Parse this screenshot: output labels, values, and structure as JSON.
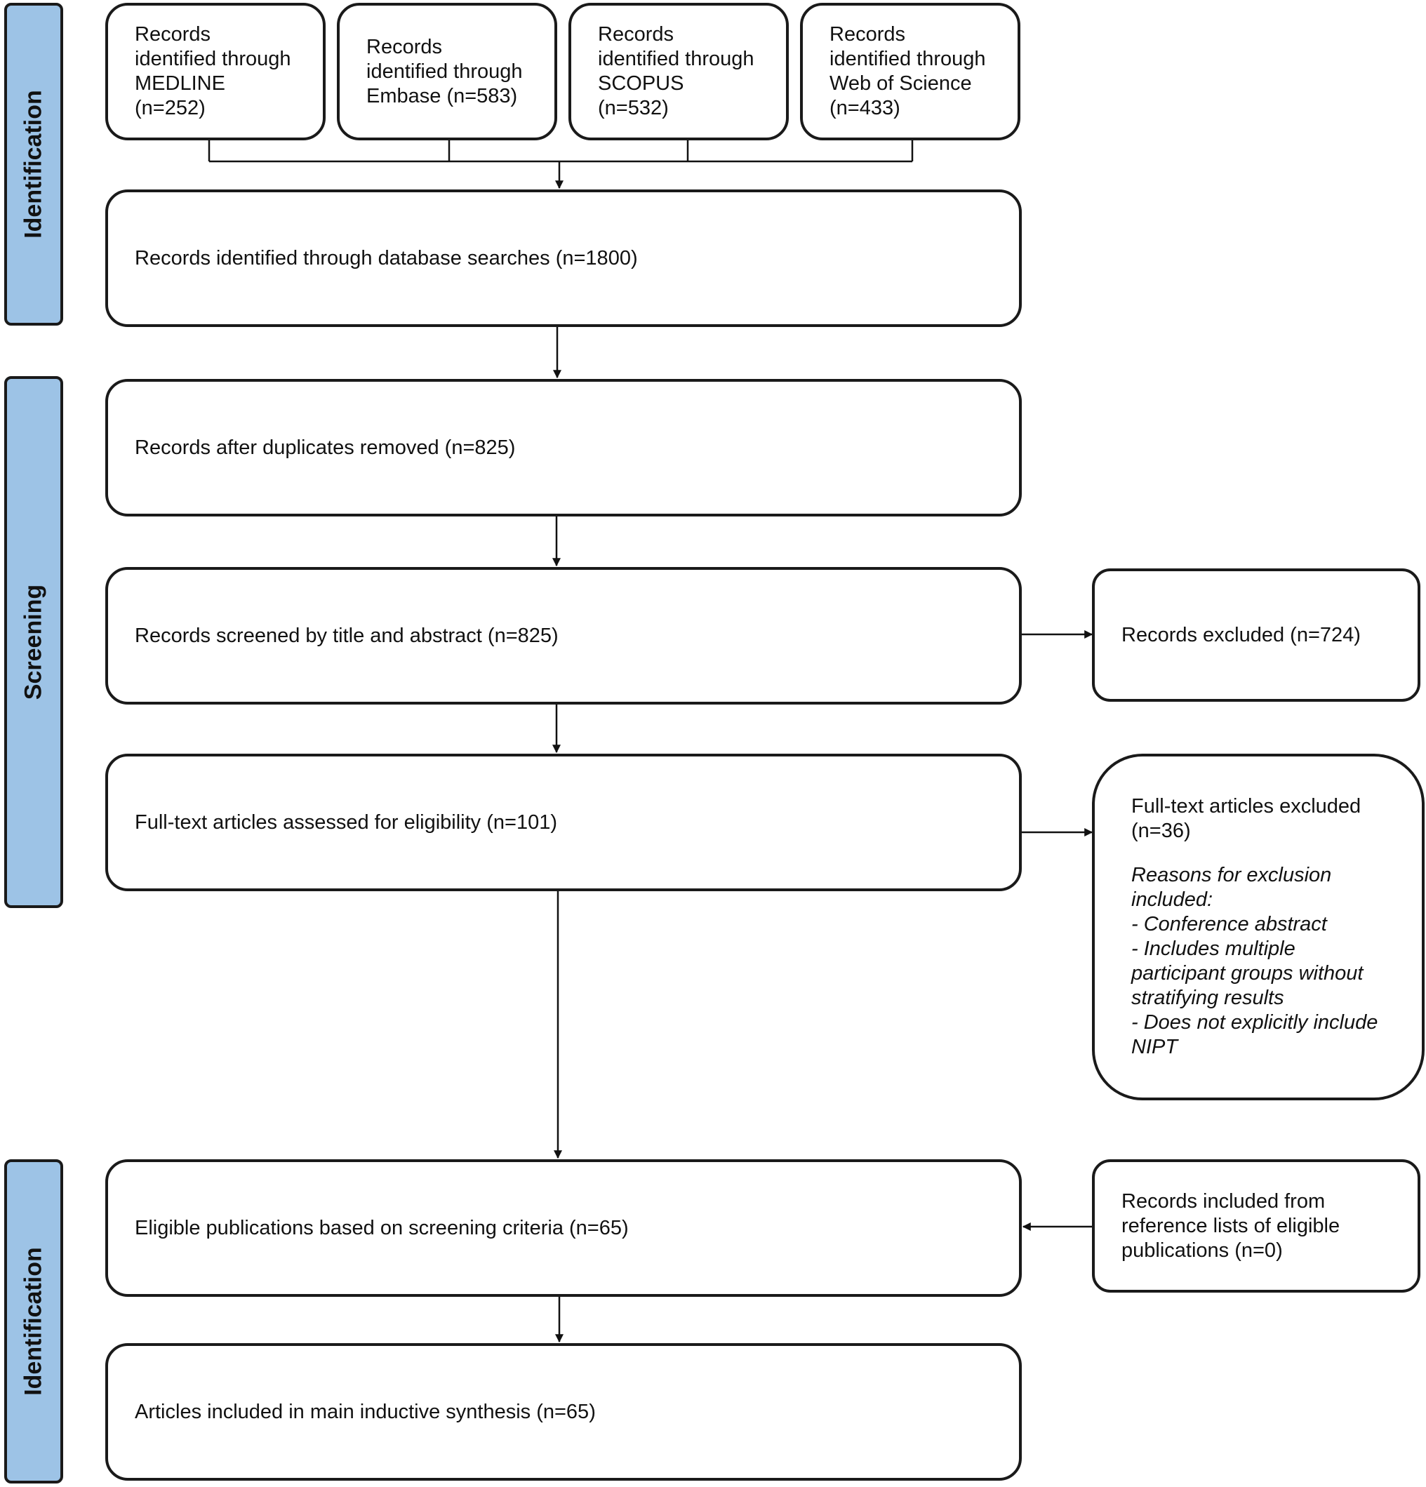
{
  "phases": {
    "identification_top": "Identification",
    "screening": "Screening",
    "identification_bottom": "Identification"
  },
  "sources": [
    {
      "lines": [
        "Records",
        "identified through",
        "MEDLINE",
        "(n=252)"
      ]
    },
    {
      "lines": [
        "Records",
        "identified through",
        "Embase (n=583)"
      ]
    },
    {
      "lines": [
        "Records",
        "identified through",
        "SCOPUS",
        "(n=532)"
      ]
    },
    {
      "lines": [
        "Records",
        "identified through",
        "Web of Science",
        "(n=433)"
      ]
    }
  ],
  "steps": {
    "database_searches": "Records identified through database searches (n=1800)",
    "duplicates_removed": "Records after duplicates removed (n=825)",
    "screened": "Records screened by title and abstract (n=825)",
    "fulltext_assessed": "Full-text articles assessed for eligibility (n=101)",
    "eligible": "Eligible publications based on screening criteria (n=65)",
    "included": "Articles included in main inductive synthesis (n=65)"
  },
  "side_boxes": {
    "records_excluded": "Records excluded (n=724)",
    "fulltext_excluded": {
      "lines": [
        "Full-text articles excluded",
        "(n=36)"
      ],
      "reasons": [
        "Reasons for exclusion",
        "included:",
        "- Conference abstract",
        "- Includes multiple",
        "participant groups without",
        "stratifying results",
        "- Does not explicitly include",
        "NIPT"
      ]
    },
    "reference_lists": {
      "lines": [
        "Records included from",
        "reference lists of eligible",
        "publications (n=0)"
      ]
    }
  }
}
